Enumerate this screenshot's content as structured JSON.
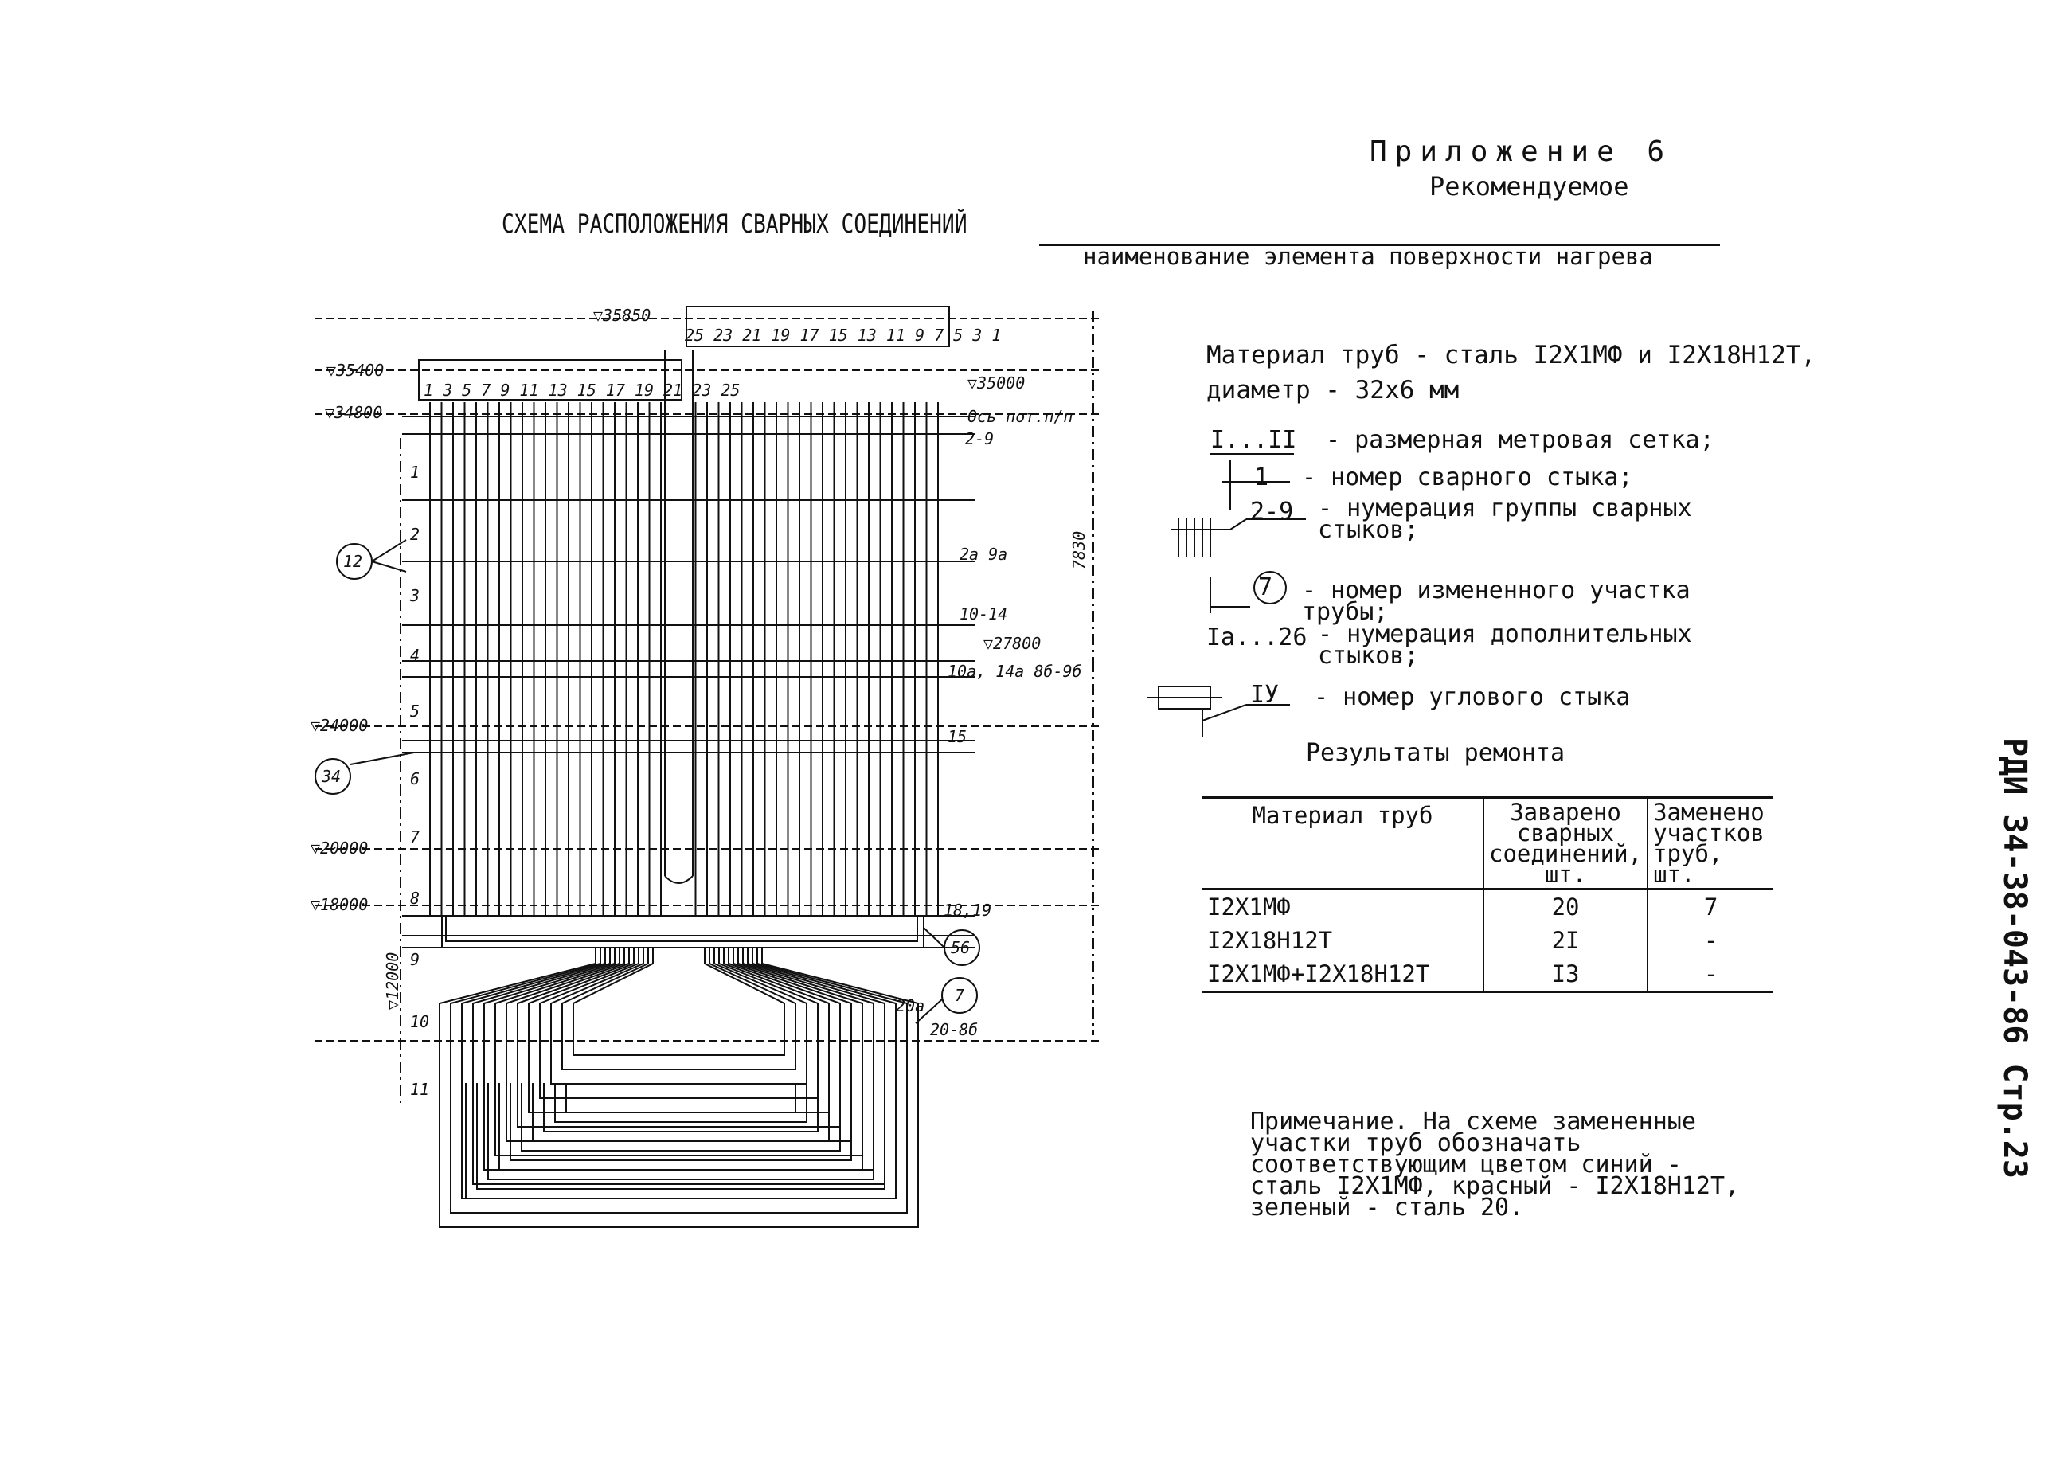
{
  "header": {
    "appendix": "Приложение 6",
    "recommended": "Рекомендуемое",
    "scheme_title": "СХЕМА РАСПОЛОЖЕНИЯ СВАРНЫХ СОЕДИНЕНИЙ",
    "element_caption": "наименование элемента поверхности нагрева"
  },
  "material_info": {
    "material": "Материал труб - сталь I2Х1МФ и I2Х18Н12Т,",
    "diameter": "диаметр - 32х6 мм"
  },
  "legend": [
    {
      "symbol": "I...II",
      "text": "- размерная метровая сетка;"
    },
    {
      "symbol": "1",
      "text": "- номер сварного стыка;"
    },
    {
      "symbol": "2-9",
      "text": "- нумерация группы сварных стыков;"
    },
    {
      "symbol": "7",
      "text": "- номер измененного участка трубы;"
    },
    {
      "symbol": "Iа...26",
      "text": "- нумерация дополнительных стыков;"
    },
    {
      "symbol": "IУ",
      "text": "- номер углового стыка"
    }
  ],
  "results": {
    "title": "Результаты ремонта",
    "headers": [
      "Материал труб",
      "Заварено сварных соединений, шт.",
      "Заменено участков труб, шт."
    ],
    "rows": [
      [
        "I2Х1МФ",
        "20",
        "7"
      ],
      [
        "I2Х18Н12Т",
        "2I",
        "-"
      ],
      [
        "I2Х1МФ+I2Х18Н12Т",
        "I3",
        "-"
      ]
    ]
  },
  "note": "Примечание. На схеме замененные участки труб обозначать соответствующим цветом синий - сталь I2Х1МФ, красный - I2Х18Н12Т, зеленый - сталь 20.",
  "side_code": "РДИ 34-38-043-86  Стр.23",
  "diagram_labels": {
    "elev_35850": "▽35850",
    "elev_35400": "▽35400",
    "elev_34800": "▽34800",
    "elev_35000": "▽35000",
    "elev_27800": "▽27800",
    "elev_24000": "▽24000",
    "elev_20000": "▽20000",
    "elev_18000": "▽18000",
    "elev_12000": "▽12000",
    "axis": "Ось пот.п/п",
    "dim_7830": "7830",
    "grid": [
      "1",
      "2",
      "3",
      "4",
      "5",
      "6",
      "7",
      "8",
      "9",
      "10",
      "11"
    ],
    "groups": [
      "2-9",
      "2а 9а",
      "10-14",
      "10а, 14а 8б-9б",
      "15",
      "18,19",
      "20-8б",
      "20а"
    ],
    "circles": [
      "12",
      "34",
      "56",
      "7"
    ],
    "top_numbers": "25 23 21 19 17 15 13 11 9 7 5 3 1",
    "left_numbers": "1 3 5 7 9 11 13 15 17 19 21 23 25"
  }
}
